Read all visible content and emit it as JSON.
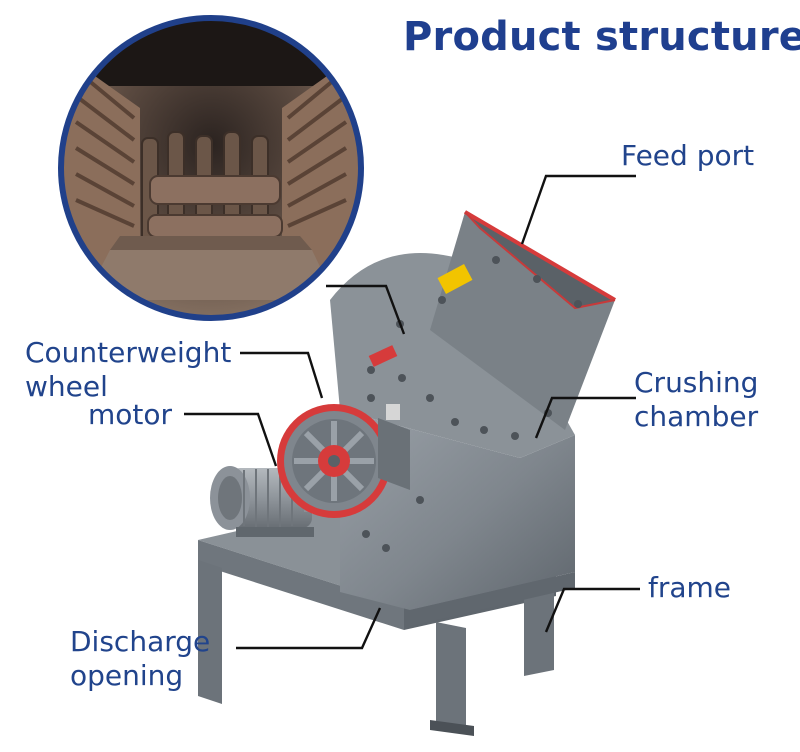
{
  "title": "Product structure",
  "labels": {
    "feed_port": "Feed port",
    "counterweight_line1": "Counterweight",
    "counterweight_line2": "wheel",
    "motor": "motor",
    "crushing_line1": "Crushing",
    "crushing_line2": "chamber",
    "frame": "frame",
    "discharge_line1": "Discharge",
    "discharge_line2": "opening"
  },
  "colors": {
    "title": "#1f3f8f",
    "label": "#21448c",
    "machine": "#7d848c",
    "accent": "#d63b3b",
    "rust": "#7b5f4b"
  }
}
